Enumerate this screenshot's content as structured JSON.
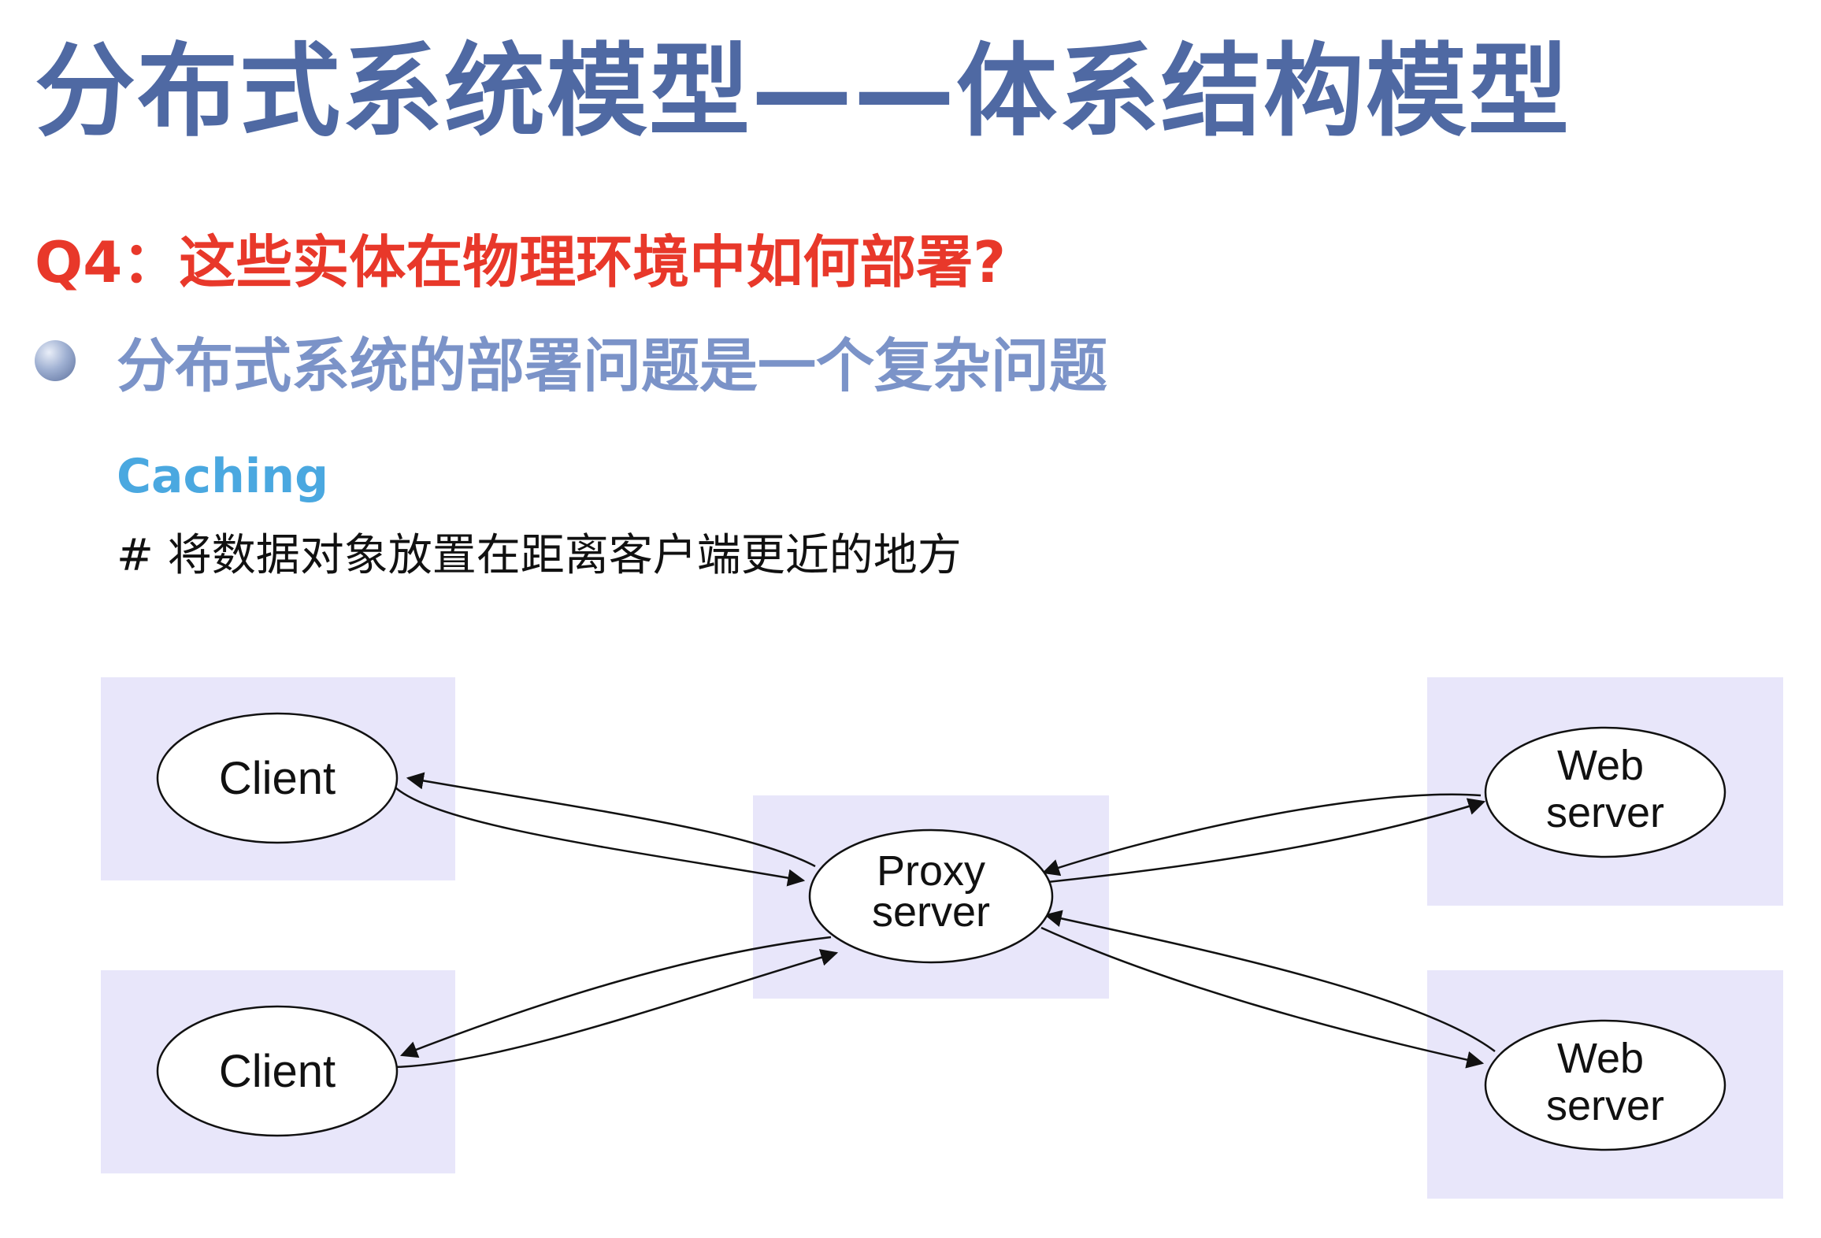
{
  "title": "分布式系统模型——体系结构模型",
  "question": "Q4：这些实体在物理环境中如何部署?",
  "bullet": "分布式系统的部署问题是一个复杂问题",
  "subheading": "Caching",
  "note": "# 将数据对象放置在距离客户端更近的地方",
  "diagram": {
    "client_1": "Client",
    "client_2": "Client",
    "proxy_line1": "Proxy",
    "proxy_line2": "server",
    "web_1_line1": "Web",
    "web_1_line2": "server",
    "web_2_line1": "Web",
    "web_2_line2": "server"
  },
  "colors": {
    "title": "#4f69a3",
    "question": "#e8382a",
    "bullet": "#7b93c8",
    "subheading": "#4aa8e0",
    "node_box": "#e8e6fa"
  }
}
